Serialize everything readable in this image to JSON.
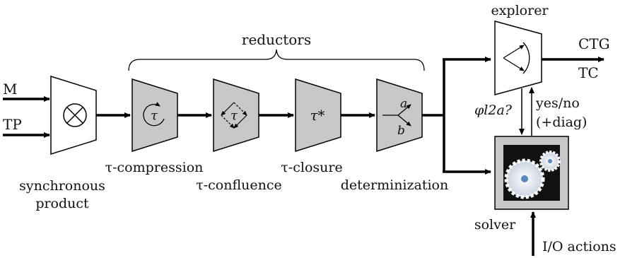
{
  "inputs": {
    "m": "M",
    "tp": "TP"
  },
  "reductors_label": "reductors",
  "stages": {
    "synchronous_product": {
      "label_line1": "synchronous",
      "label_line2": "product"
    },
    "tau_compression": {
      "label": "τ-compression",
      "glyph": "τ"
    },
    "tau_confluence": {
      "label": "τ-confluence",
      "glyph": "τ"
    },
    "tau_closure": {
      "label": "τ-closure",
      "glyph": "τ*"
    },
    "determinization": {
      "label": "determinization",
      "glyph_a": "a",
      "glyph_b": "b"
    }
  },
  "explorer": {
    "label": "explorer"
  },
  "outputs": {
    "ctg": "CTG",
    "tc": "TC"
  },
  "solver": {
    "label": "solver"
  },
  "query": {
    "text": "φl2a?"
  },
  "answer": {
    "line1": "yes/no",
    "line2": "(+diag)"
  },
  "io": {
    "label": "I/O actions"
  },
  "colors": {
    "box_fill": "#c8c8c8",
    "stroke": "#000000",
    "gear": "#ffffff",
    "gear_center": "#5b86c5",
    "solver_bg": "#111111"
  },
  "icons": [
    "product-circle-x-icon",
    "rotation-arrow-icon",
    "confluence-diamond-icon",
    "fork-arrow-icon",
    "explorer-fan-icon",
    "gears-icon"
  ]
}
